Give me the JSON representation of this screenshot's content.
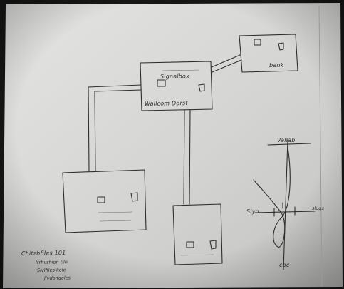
{
  "diagram": {
    "center_box": {
      "line1": "Signalbox",
      "line2": "Wallcom Dorst"
    },
    "top_right_box": {
      "label": "bank"
    },
    "left_box": {
      "label": ""
    },
    "bottom_box": {
      "label": ""
    },
    "graph": {
      "top_label": "Vallab",
      "middle_label": "Siyo",
      "right_label": "slugs",
      "bottom_label": "cbc"
    },
    "notes": {
      "line1": "Chitzhfiles 101",
      "line2": "Irrhvshion  tile",
      "line3": "Sivlfiles  kole",
      "line4": "Jivdongeles"
    }
  },
  "colors": {
    "paper": "#d6d6d4",
    "ink": "#2e2e2e",
    "background": "#161616"
  }
}
